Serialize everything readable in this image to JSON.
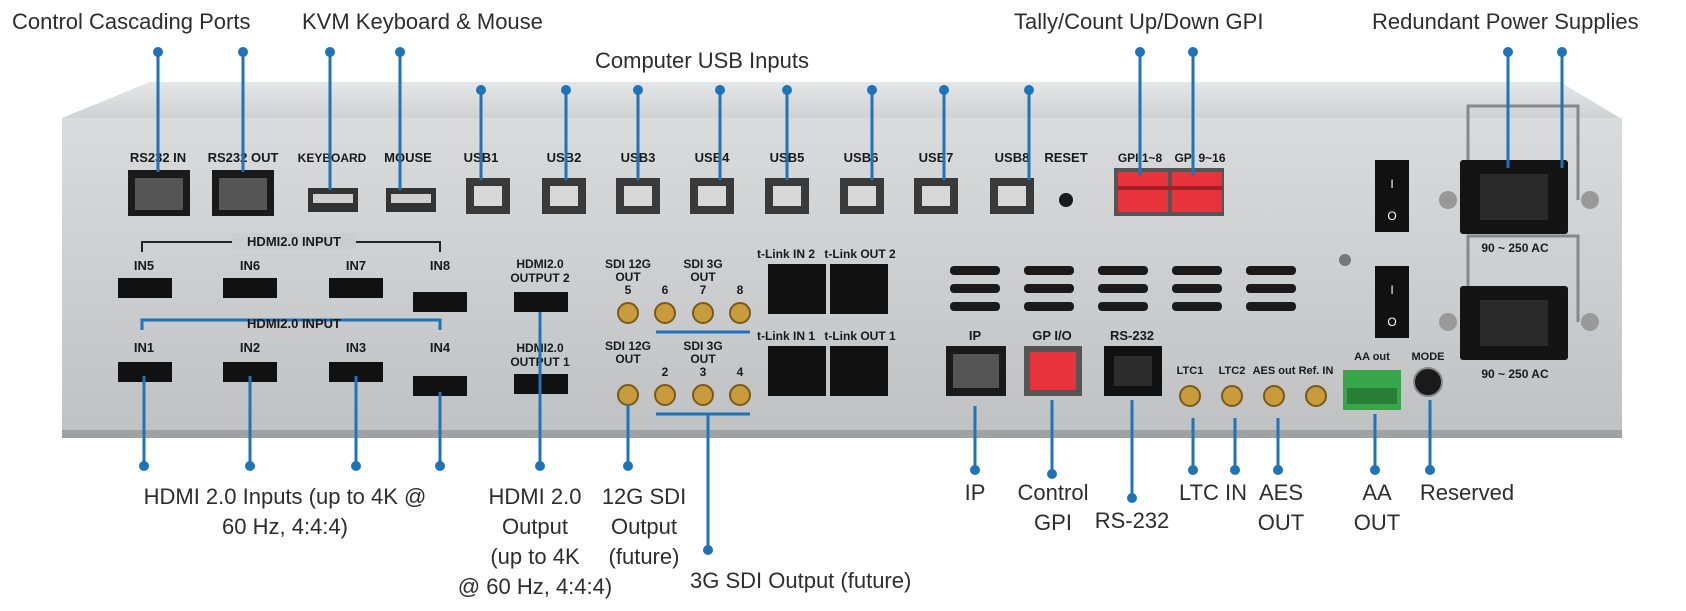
{
  "callouts": {
    "control_cascading_ports": "Control Cascading Ports",
    "kvm": "KVM Keyboard & Mouse",
    "computer_usb": "Computer USB Inputs",
    "tally": "Tally/Count Up/Down GPI",
    "redundant_power": "Redundant Power Supplies",
    "hdmi_inputs": [
      "HDMI 2.0 Inputs (up to 4K @",
      "60 Hz, 4:4:4)"
    ],
    "hdmi_output": [
      "HDMI 2.0",
      "Output",
      "(up to 4K",
      "@ 60 Hz, 4:4:4)"
    ],
    "sdi12g": [
      "12G SDI",
      "Output",
      "(future)"
    ],
    "sdi3g": "3G SDI Output (future)",
    "ip": "IP",
    "control_gpi": [
      "Control",
      "GPI"
    ],
    "rs232": "RS-232",
    "ltc_in": "LTC IN",
    "aes_out": [
      "AES",
      "OUT"
    ],
    "aa_out": [
      "AA",
      "OUT"
    ],
    "reserved": "Reserved"
  },
  "panel": {
    "rs232_in": "RS232 IN",
    "rs232_out": "RS232 OUT",
    "keyboard": "KEYBOARD",
    "mouse": "MOUSE",
    "usb": [
      "USB1",
      "USB2",
      "USB3",
      "USB4",
      "USB5",
      "USB6",
      "USB7",
      "USB8"
    ],
    "reset": "RESET",
    "gpi_a": "GPI 1~8",
    "gpi_b": "GPI 9~16",
    "hdmi_input_header": "HDMI2.0 INPUT",
    "in_top": [
      "IN5",
      "IN6",
      "IN7",
      "IN8"
    ],
    "in_bottom": [
      "IN1",
      "IN2",
      "IN3",
      "IN4"
    ],
    "hdmi_out2": [
      "HDMI2.0",
      "OUTPUT 2"
    ],
    "hdmi_out1": [
      "HDMI2.0",
      "OUTPUT 1"
    ],
    "sdi12g_label": [
      "SDI 12G",
      "OUT"
    ],
    "sdi3g_label": [
      "SDI 3G",
      "OUT"
    ],
    "sdi_top_nums": [
      "5",
      "6",
      "7",
      "8"
    ],
    "sdi_bottom_nums": [
      "2",
      "3",
      "4"
    ],
    "tlink_in2": "t-Link IN 2",
    "tlink_out2": "t-Link OUT 2",
    "tlink_in1": "t-Link IN 1",
    "tlink_out1": "t-Link OUT 1",
    "ip": "IP",
    "gpio": "GP I/O",
    "rs232": "RS-232",
    "ltc1": "LTC1",
    "ltc2": "LTC2",
    "aes_out": "AES out",
    "ref_in": "Ref. IN",
    "aa_out": "AA out",
    "mode": "MODE",
    "psu_rating": "90 ~ 250 AC",
    "switch_on": "I",
    "switch_off": "O"
  },
  "colors": {
    "leader": "#1f73b7",
    "chassis": "#c9cbcd",
    "gpi_red": "#e8333d",
    "terminal_green": "#3aa64a"
  }
}
